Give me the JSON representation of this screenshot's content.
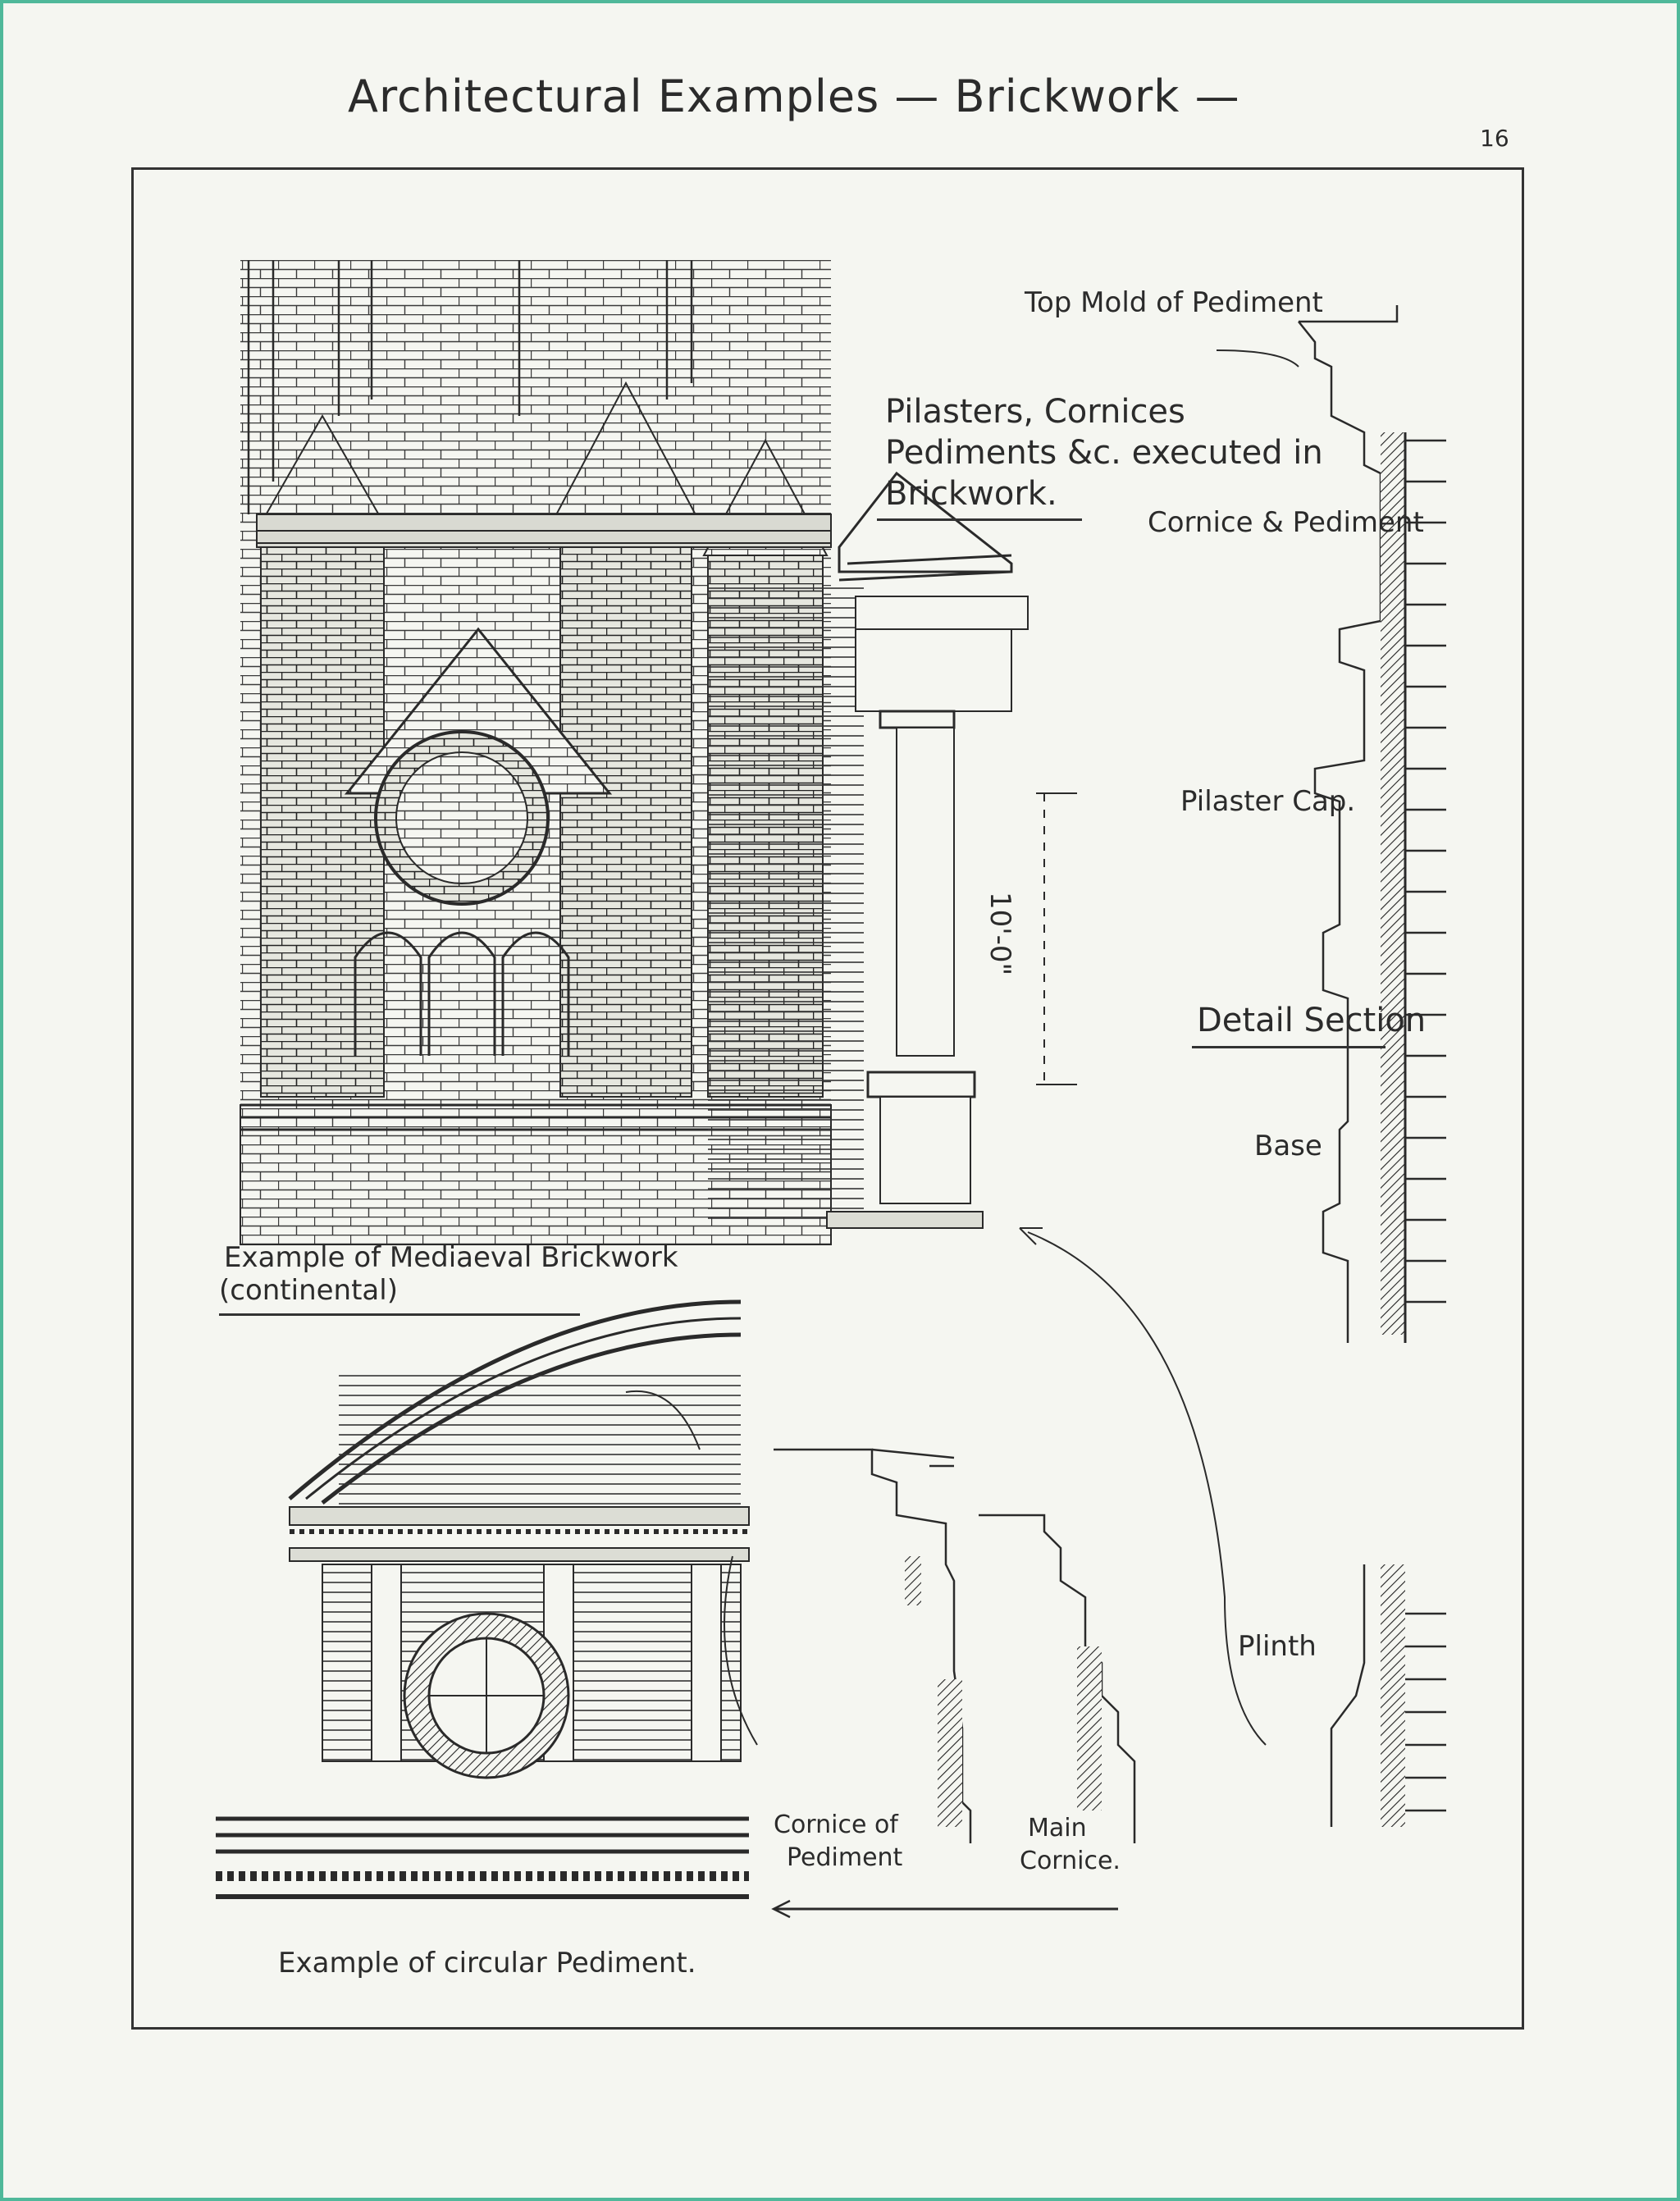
{
  "header": {
    "title": "Architectural Examples — Brickwork —",
    "page_number": "16"
  },
  "intro": {
    "line1": "Pilasters, Cornices",
    "line2": "Pediments &c. executed in",
    "line3": "Brickwork."
  },
  "labels": {
    "top_mold": "Top Mold of Pediment",
    "cornice_pediment": "Cornice & Pediment",
    "pilaster_cap": "Pilaster Cap.",
    "detail_section": "Detail Section",
    "base": "Base",
    "plinth": "Plinth",
    "cornice_of_pediment_1": "Cornice of",
    "cornice_of_pediment_2": "Pediment",
    "main_cornice_1": "Main",
    "main_cornice_2": "Cornice.",
    "dimension": "10'-0\""
  },
  "captions": {
    "medieval_1": "Example of Mediaeval Brickwork",
    "medieval_2": "(continental)",
    "circular": "Example of circular Pediment."
  }
}
